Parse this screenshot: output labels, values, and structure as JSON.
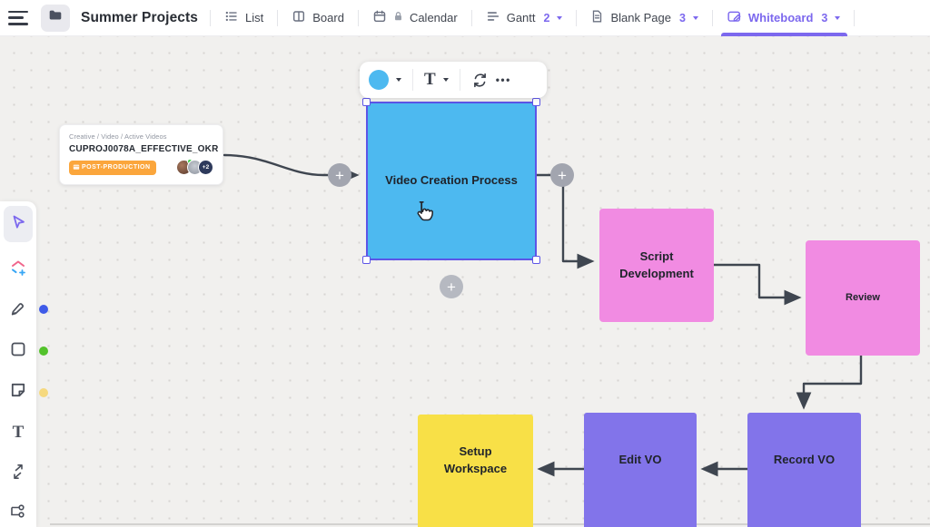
{
  "topbar": {
    "title": "Summer Projects",
    "tabs": [
      {
        "label": "List"
      },
      {
        "label": "Board"
      },
      {
        "label": "Calendar"
      },
      {
        "label": "Gantt",
        "count": "2"
      },
      {
        "label": "Blank Page",
        "count": "3"
      },
      {
        "label": "Whiteboard",
        "count": "3"
      }
    ]
  },
  "canvas": {
    "task_card": {
      "breadcrumb": "Creative / Video / Active Videos",
      "title": "CUPROJ0078A_EFFECTIVE_OKR",
      "status_badge": "POST-PRODUCTION",
      "avatar_overflow": "+2"
    },
    "shapes": [
      {
        "label": "Video Creation Process",
        "color": "#4db9f0"
      },
      {
        "label": "Script Development",
        "color": "#f18be2"
      },
      {
        "label": "Review",
        "color": "#f18be2"
      },
      {
        "label": "Setup Workspace",
        "color": "#f8e047"
      },
      {
        "label": "Edit VO",
        "color": "#8274ea"
      },
      {
        "label": "Record VO",
        "color": "#8274ea"
      }
    ],
    "connector_plus": "+",
    "shape_toolbar": {
      "text_tool_label": "T",
      "more_label": "•••"
    }
  },
  "sidebar": {
    "text_tool_label": "T"
  },
  "colors": {
    "accent_purple": "#7c68ee",
    "selection_border": "#5d55e7",
    "connector": "#3f4650",
    "badge_orange": "#fba63c",
    "fill_blue": "#4db9f0",
    "fill_pink": "#f18be2",
    "fill_yellow": "#f8e047",
    "fill_purple": "#8274ea",
    "pen_color_dot": "#3f5be8",
    "shape_color_dot": "#53c22b",
    "sticky_color_dot": "#f6d97e"
  }
}
